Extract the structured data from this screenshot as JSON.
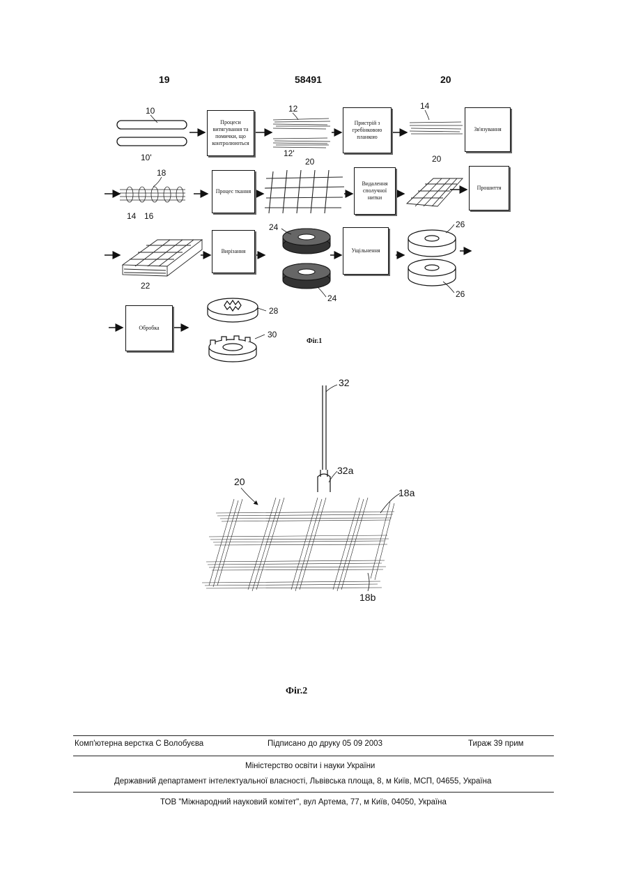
{
  "header": {
    "page_left": "19",
    "patent_number": "58491",
    "page_right": "20"
  },
  "fig1": {
    "label": "Фіг.1",
    "boxes": {
      "drawing": "Процеси витягування та помички, що контролюються",
      "comb": "Пристрій з гребінковою планкою",
      "bundling": "Зв'язування",
      "weaving": "Процес ткання",
      "remove_binder": "Видалення сполучної нитки",
      "needling": "Прошиття",
      "cutting": "Вирізання",
      "densify": "Ущільнення",
      "machining": "Обробка"
    },
    "refs": [
      "10",
      "10'",
      "12",
      "12'",
      "14",
      "20",
      "20",
      "18",
      "14",
      "16",
      "24",
      "24",
      "26",
      "26",
      "22",
      "28",
      "30"
    ]
  },
  "fig2": {
    "label": "Фіг.2",
    "refs": {
      "needle": "32",
      "fork": "32а",
      "fabric": "20",
      "top": "18а",
      "bottom": "18b"
    }
  },
  "footer": {
    "layout": "Комп'ютерна верстка С Волобуєва",
    "signed": "Підписано до друку 05 09 2003",
    "print_run": "Тираж 39 прим",
    "ministry": "Міністерство освіти і науки України",
    "department": "Державний департамент інтелектуальної власності, Львівська площа, 8, м Київ, МСП, 04655, Україна",
    "committee": "ТОВ \"Міжнародний науковий комітет\", вул Артема, 77, м Київ, 04050, Україна"
  }
}
